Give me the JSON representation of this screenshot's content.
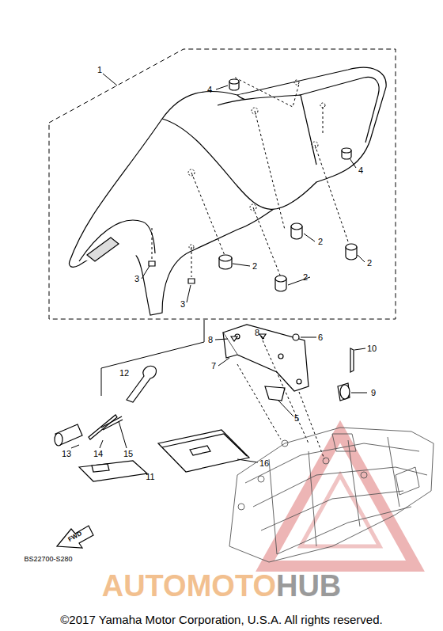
{
  "diagram": {
    "labels": [
      "1",
      "4",
      "4",
      "2",
      "2",
      "2",
      "2",
      "3",
      "3",
      "8",
      "8",
      "6",
      "7",
      "10",
      "9",
      "5",
      "12",
      "13",
      "14",
      "15",
      "16",
      "11",
      "FWD",
      "BS22700-S280",
      "AUTOMOTO",
      "HUB",
      "©2017 Yamaha Motor Corporation, U.S.A. All rights reserved."
    ]
  }
}
